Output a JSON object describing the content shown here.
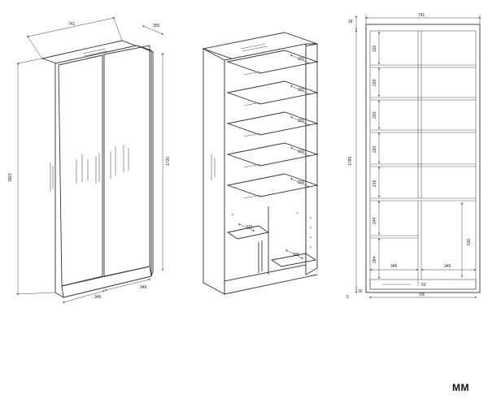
{
  "unit_label": "MM",
  "views": {
    "closed": {
      "width_top": "741",
      "depth_top": "350",
      "height_total": "1801",
      "height_side": "1720",
      "door_left": "349",
      "door_right": "349"
    },
    "open": {
      "shelf_depths": [
        "320",
        "320",
        "320",
        "320",
        "320"
      ],
      "lower_shelf_depths": [
        "320",
        "330"
      ]
    },
    "front": {
      "width_outer": "741",
      "top_thickness": "18",
      "height_inner": "1785",
      "bay_heights": [
        "220",
        "220",
        "220",
        "220",
        "219"
      ],
      "lower_heights": [
        "244",
        "264"
      ],
      "lower_right_height": "530",
      "lower_widths": [
        "345",
        "345"
      ],
      "plinth_gap": "50",
      "bottom_thickness": "16",
      "plinth_height": "5",
      "base_width": "706"
    }
  }
}
